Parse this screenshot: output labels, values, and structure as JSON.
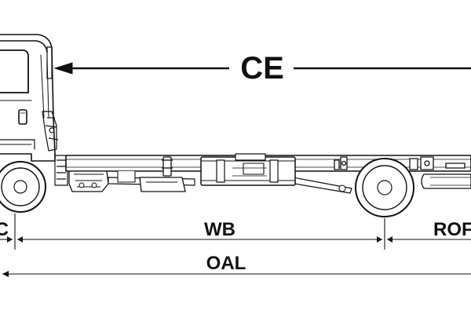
{
  "diagram": {
    "labels": {
      "ce": "CE",
      "bbc": "BBC",
      "wb": "WB",
      "rof": "ROF",
      "oal": "OAL"
    },
    "colors": {
      "line": "#111111",
      "background": "#ffffff",
      "chassis_fill": "#ffffff"
    }
  }
}
